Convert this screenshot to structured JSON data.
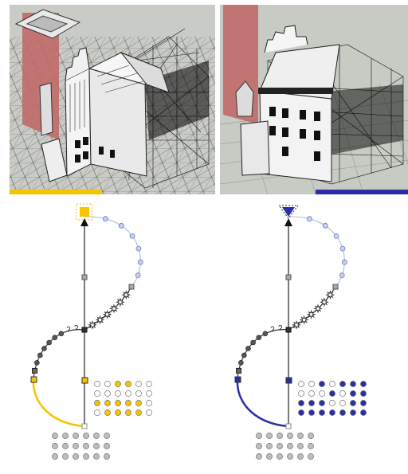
{
  "figure": {
    "left": {
      "accent_color": "#f5c400",
      "top_marker": "square",
      "markers": {
        "upper_curve": [
          "circle",
          "circle",
          "circle",
          "circle",
          "circle",
          "circle",
          "square",
          "star",
          "star",
          "star",
          "star",
          "star",
          "star"
        ],
        "lower_curve": [
          "question",
          "question",
          "circle",
          "circle",
          "circle",
          "circle",
          "circle",
          "circle",
          "square"
        ]
      },
      "grid_small": {
        "rows": [
          [
            "white",
            "white",
            "yellow",
            "yellow",
            "white",
            "white"
          ],
          [
            "white",
            "white",
            "white",
            "white",
            "white",
            "white"
          ],
          [
            "yellow",
            "yellow",
            "yellow",
            "yellow",
            "yellow",
            "white"
          ],
          [
            "white",
            "yellow",
            "yellow",
            "yellow",
            "yellow",
            "white"
          ]
        ]
      }
    },
    "right": {
      "accent_color": "#2a2fa6",
      "top_marker": "triangle",
      "markers": {
        "upper_curve": [
          "circle",
          "circle",
          "circle",
          "circle",
          "circle",
          "circle",
          "square",
          "star",
          "star",
          "star",
          "star",
          "star",
          "star"
        ],
        "lower_curve": [
          "question",
          "question",
          "circle",
          "circle",
          "circle",
          "circle",
          "circle",
          "circle",
          "square"
        ]
      },
      "grid_small": {
        "rows": [
          [
            "white",
            "white",
            "blue",
            "white",
            "blue",
            "blue",
            "blue"
          ],
          [
            "white",
            "white",
            "white",
            "blue",
            "white",
            "blue",
            "blue"
          ],
          [
            "blue",
            "blue",
            "blue",
            "white",
            "white",
            "blue",
            "blue"
          ],
          [
            "blue",
            "blue",
            "blue",
            "blue",
            "blue",
            "blue",
            "blue"
          ]
        ]
      }
    },
    "neutral_grid_rows": 3,
    "neutral_grid_cols": 6
  }
}
